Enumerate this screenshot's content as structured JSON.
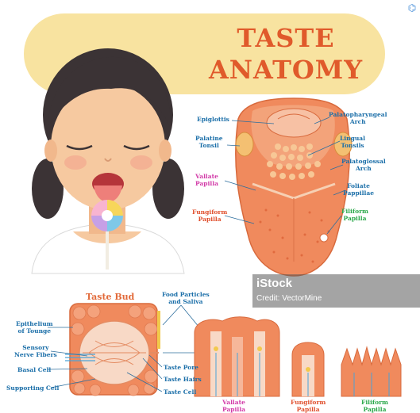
{
  "title": {
    "line1": "TASTE",
    "line2": "ANATOMY"
  },
  "tongue_labels": {
    "epiglottis": "Epiglottis",
    "palatine_tonsil": "Palatine\nTonsil",
    "vallate_papilla": "Vallate\nPapilla",
    "fungiform_papilla": "Fungiform\nPapilla",
    "palatopharyngeal_arch": "Palatopharyngeal\nArch",
    "lingual_tonsils": "Lingual\nTonsils",
    "palatoglossal_arch": "Palatoglossal\nArch",
    "foliate_papillae": "Foliate\nPappillae",
    "filiform_papilla": "Filiform\nPapilla"
  },
  "taste_bud": {
    "title": "Taste Bud",
    "epithelium": "Epithelium\nof Tounge",
    "sensory_nerve": "Sensory\nNerve Fibers",
    "basal_cell": "Basal Cell",
    "supporting_cell": "Supporting Cell",
    "food_particles": "Food Particles\nand Saliva",
    "taste_pore": "Taste Pore",
    "taste_hairs": "Taste Hairs",
    "taste_cell": "Taste Cell"
  },
  "papillae_types": {
    "vallate": "Vallate\nPapilla",
    "fungiform": "Fungiform\nPapilla",
    "filiform": "Filiform\nPapilla"
  },
  "watermark": {
    "logo": "iStock",
    "credit": "Credit: VectorMine"
  },
  "colors": {
    "banner": "#f8e3a0",
    "title": "#e05a2b",
    "label_blue": "#1a6ea8",
    "label_pink": "#d23aa8",
    "label_red": "#e0502e",
    "label_green": "#2aa84a",
    "tongue": "#f08a5d",
    "skin": "#f6c9a0",
    "hair": "#3b3335"
  },
  "icons": {
    "corner": "share-icon"
  }
}
